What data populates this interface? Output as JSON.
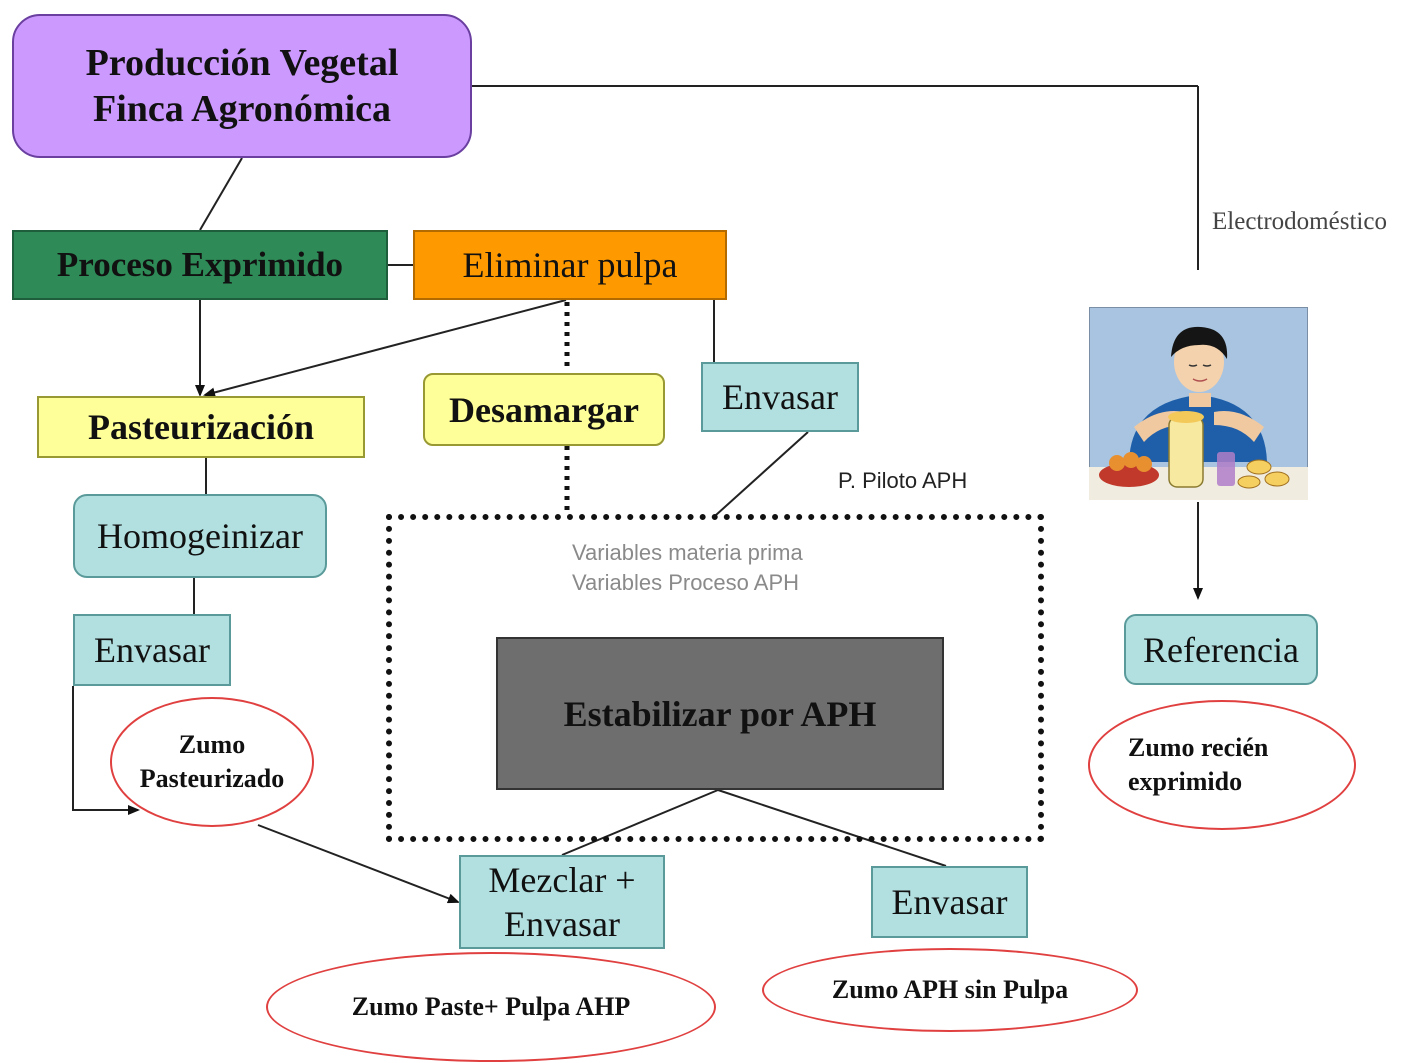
{
  "nodes": {
    "produccion": "Producción Vegetal\nFinca Agronómica",
    "proceso_exprimido": "Proceso Exprimido",
    "eliminar_pulpa": "Eliminar pulpa",
    "pasteurizacion": "Pasteurización",
    "desamargar": "Desamargar",
    "envasar_top": "Envasar",
    "homogeinizar": "Homogeinizar",
    "envasar_left": "Envasar",
    "estabilizar": "Estabilizar por APH",
    "mezclar": "Mezclar +\nEnvasar",
    "envasar_bottom": "Envasar",
    "referencia": "Referencia"
  },
  "products": {
    "zumo_pasteurizado": "Zumo\nPasteurizado",
    "zumo_paste_pulpa": "Zumo Paste+ Pulpa AHP",
    "zumo_aph_sin_pulpa": "Zumo APH sin Pulpa",
    "zumo_recien": "Zumo recién\nexprimido"
  },
  "labels": {
    "piloto": "P. Piloto APH",
    "variables": "Variables materia prima\nVariables Proceso APH",
    "electro": "Electrodoméstico"
  },
  "colors": {
    "purple": "#cc99ff",
    "green": "#2e8b57",
    "orange": "#ff9900",
    "yellow": "#ffff99",
    "cyan": "#b2e0e0",
    "gray": "#6e6e6e",
    "oval_border": "#e04040"
  },
  "illustration": {
    "icon": "person-using-juicer-icon"
  }
}
